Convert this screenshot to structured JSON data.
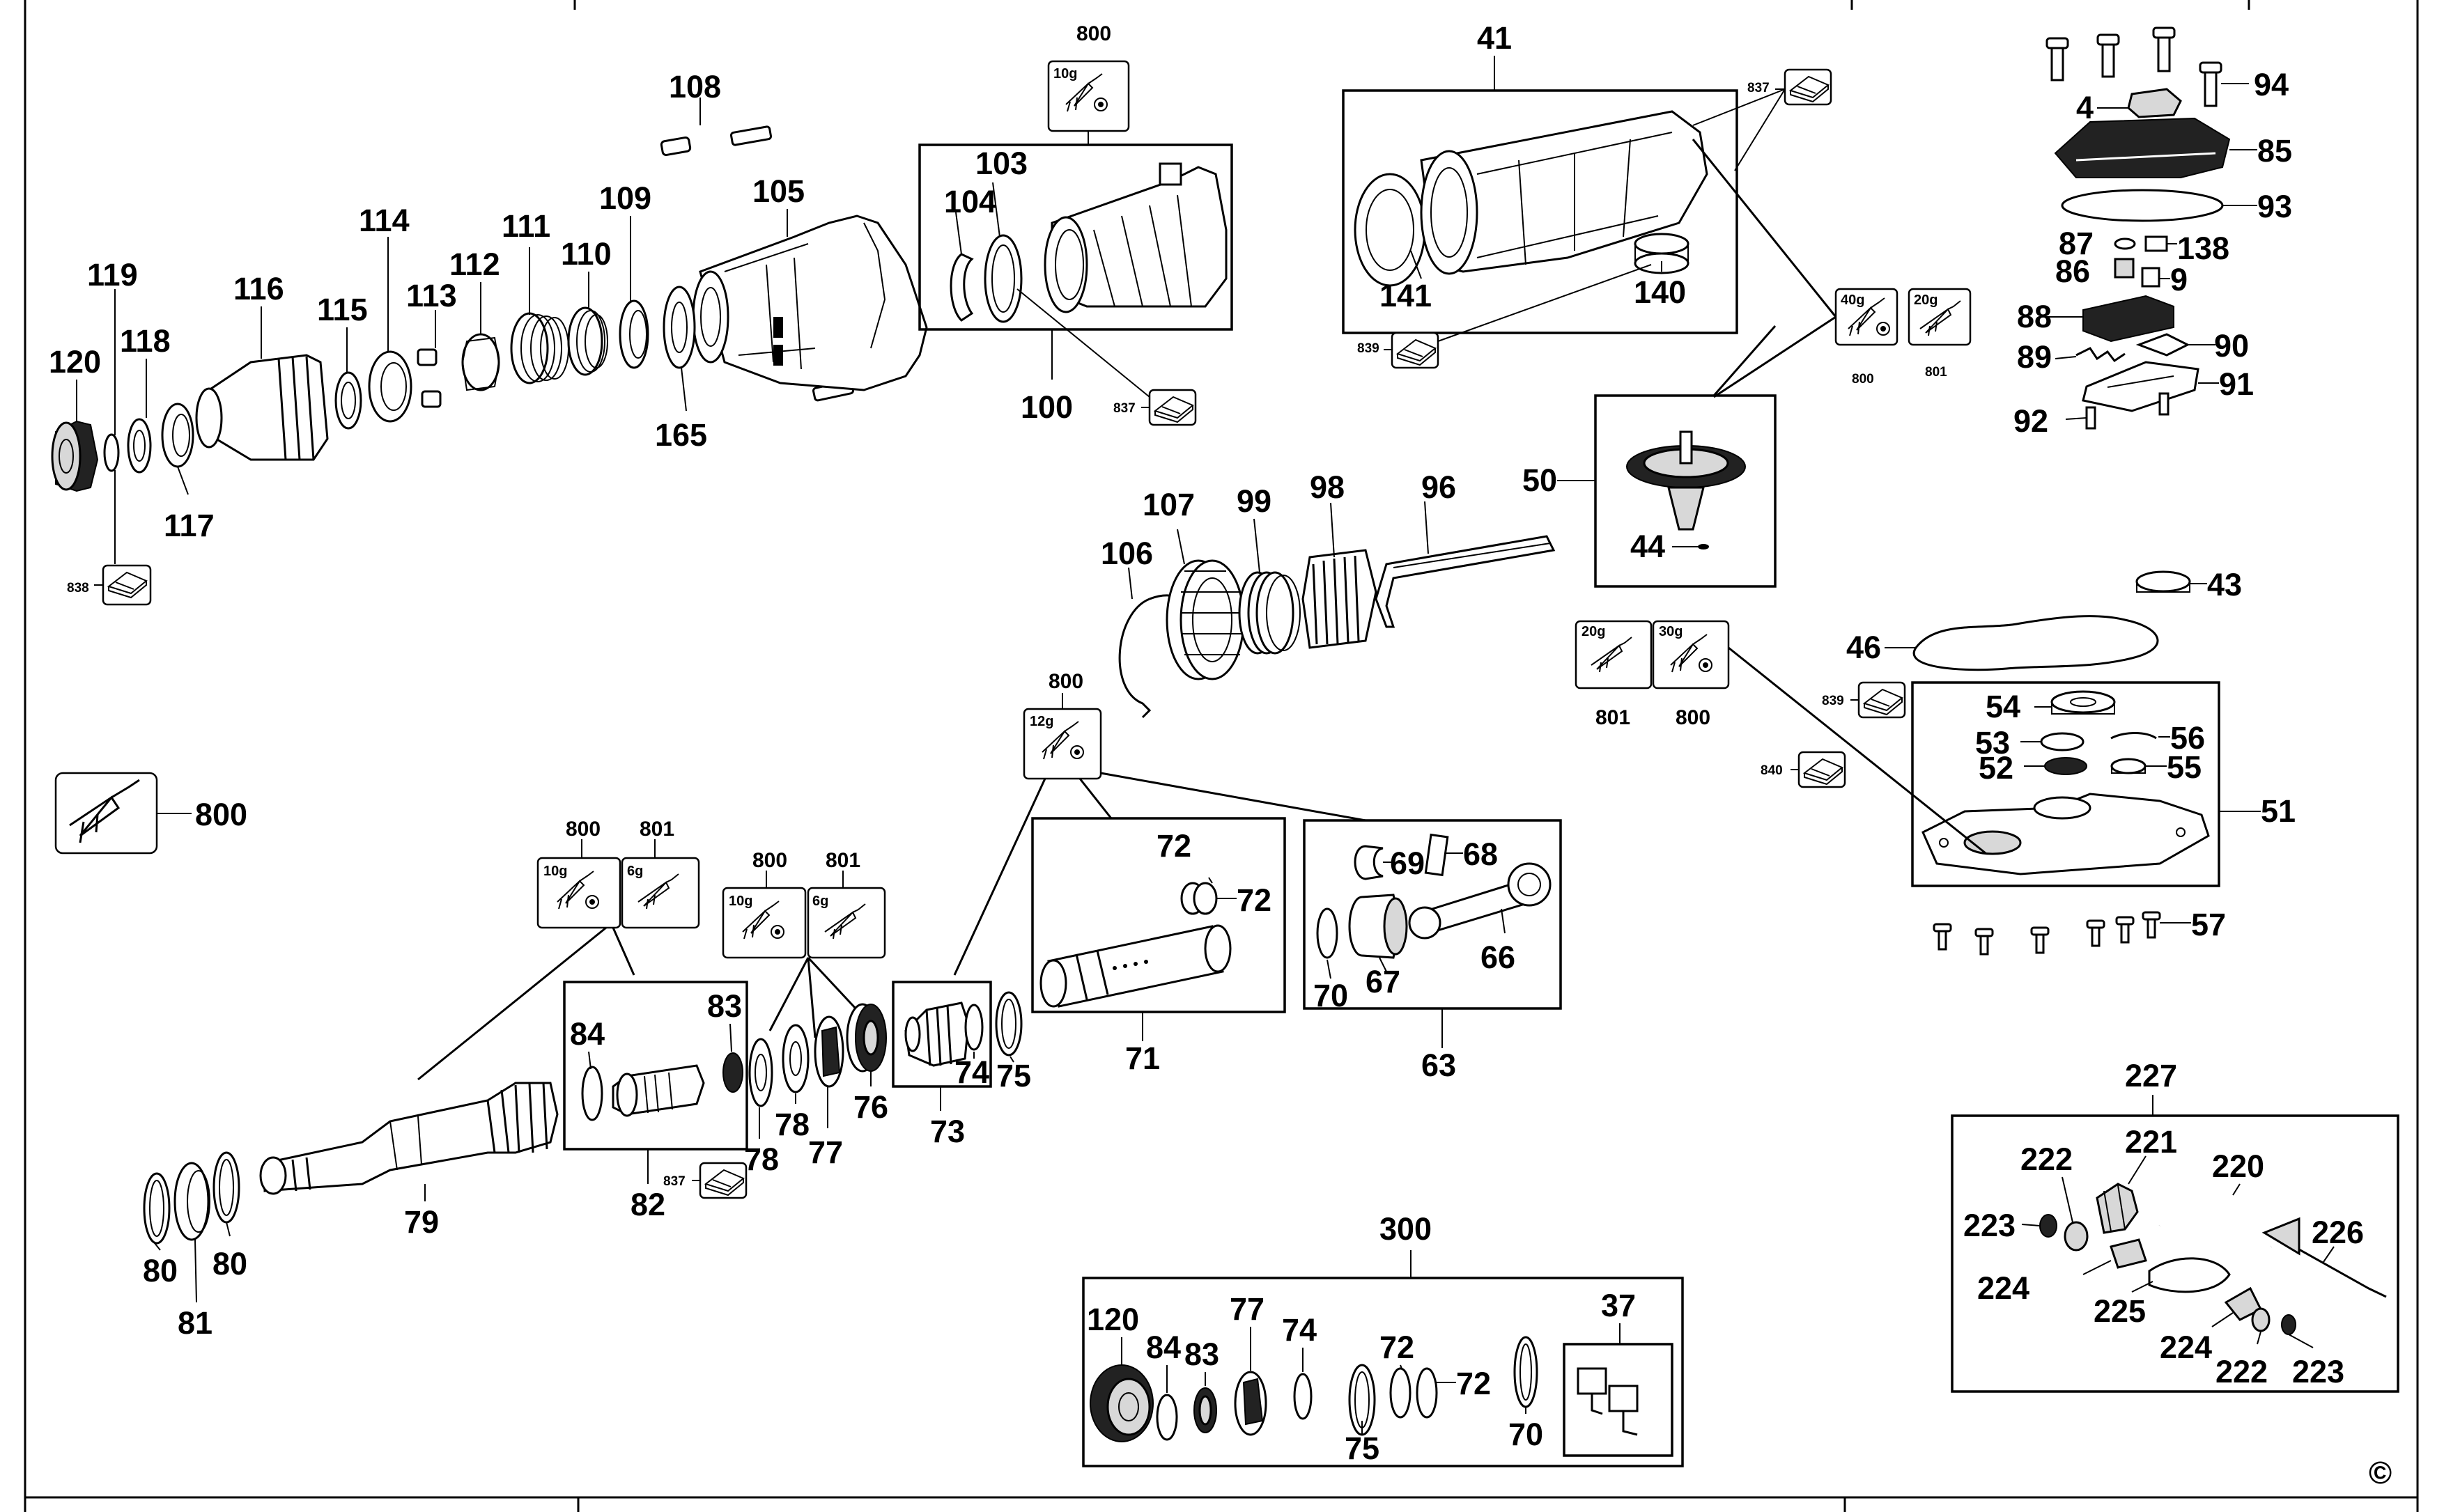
{
  "copyright_symbol": "©",
  "footer_text": "",
  "callouts": {
    "c108": "108",
    "c105": "105",
    "c114": "114",
    "c111": "111",
    "c109": "109",
    "c112": "112",
    "c110": "110",
    "c116": "116",
    "c119": "119",
    "c118": "118",
    "c115": "115",
    "c113": "113",
    "c120": "120",
    "c117": "117",
    "c165": "165",
    "c838": "838",
    "c800a": "800",
    "c10ga": "10g",
    "c103": "103",
    "c104": "104",
    "c100": "100",
    "c837a": "837",
    "c41": "41",
    "c837b": "837",
    "c141": "141",
    "c140": "140",
    "c839a": "839",
    "c40g": "40g",
    "c20ga": "20g",
    "c800b": "800",
    "c801a": "801",
    "c94": "94",
    "c4": "4",
    "c85": "85",
    "c93": "93",
    "c87": "87",
    "c138": "138",
    "c86": "86",
    "c9": "9",
    "c88": "88",
    "c89": "89",
    "c90": "90",
    "c91": "91",
    "c92": "92",
    "c50": "50",
    "c44": "44",
    "c43": "43",
    "c46": "46",
    "c107": "107",
    "c99": "99",
    "c98": "98",
    "c96": "96",
    "c106": "106",
    "c20gb": "20g",
    "c30g": "30g",
    "c801b": "801",
    "c800c": "800",
    "c839b": "839",
    "c54": "54",
    "c53": "53",
    "c56": "56",
    "c840": "840",
    "c52": "52",
    "c55": "55",
    "c51": "51",
    "c57": "57",
    "c800d": "800",
    "c12g": "12g",
    "c800e": "800",
    "c800f": "800",
    "c801c": "801",
    "c10gb": "10g",
    "c6ga": "6g",
    "c800g": "800",
    "c801d": "801",
    "c10gc": "10g",
    "c6gb": "6g",
    "c72a": "72",
    "c72b": "72",
    "c71": "71",
    "c69": "69",
    "c68": "68",
    "c70a": "70",
    "c67": "67",
    "c66": "66",
    "c63": "63",
    "c84a": "84",
    "c83a": "83",
    "c82": "82",
    "c837c": "837",
    "c78a": "78",
    "c78b": "78",
    "c77a": "77",
    "c76": "76",
    "c74a": "74",
    "c75a": "75",
    "c73": "73",
    "c79": "79",
    "c80a": "80",
    "c80b": "80",
    "c81": "81",
    "c300": "300",
    "c120b": "120",
    "c84b": "84",
    "c83b": "83",
    "c77b": "77",
    "c74b": "74",
    "c75b": "75",
    "c72c": "72",
    "c72d": "72",
    "c70b": "70",
    "c37": "37",
    "c227": "227",
    "c222a": "222",
    "c221": "221",
    "c220": "220",
    "c223a": "223",
    "c226": "226",
    "c224a": "224",
    "c225": "225",
    "c224b": "224",
    "c222b": "222",
    "c223b": "223"
  }
}
